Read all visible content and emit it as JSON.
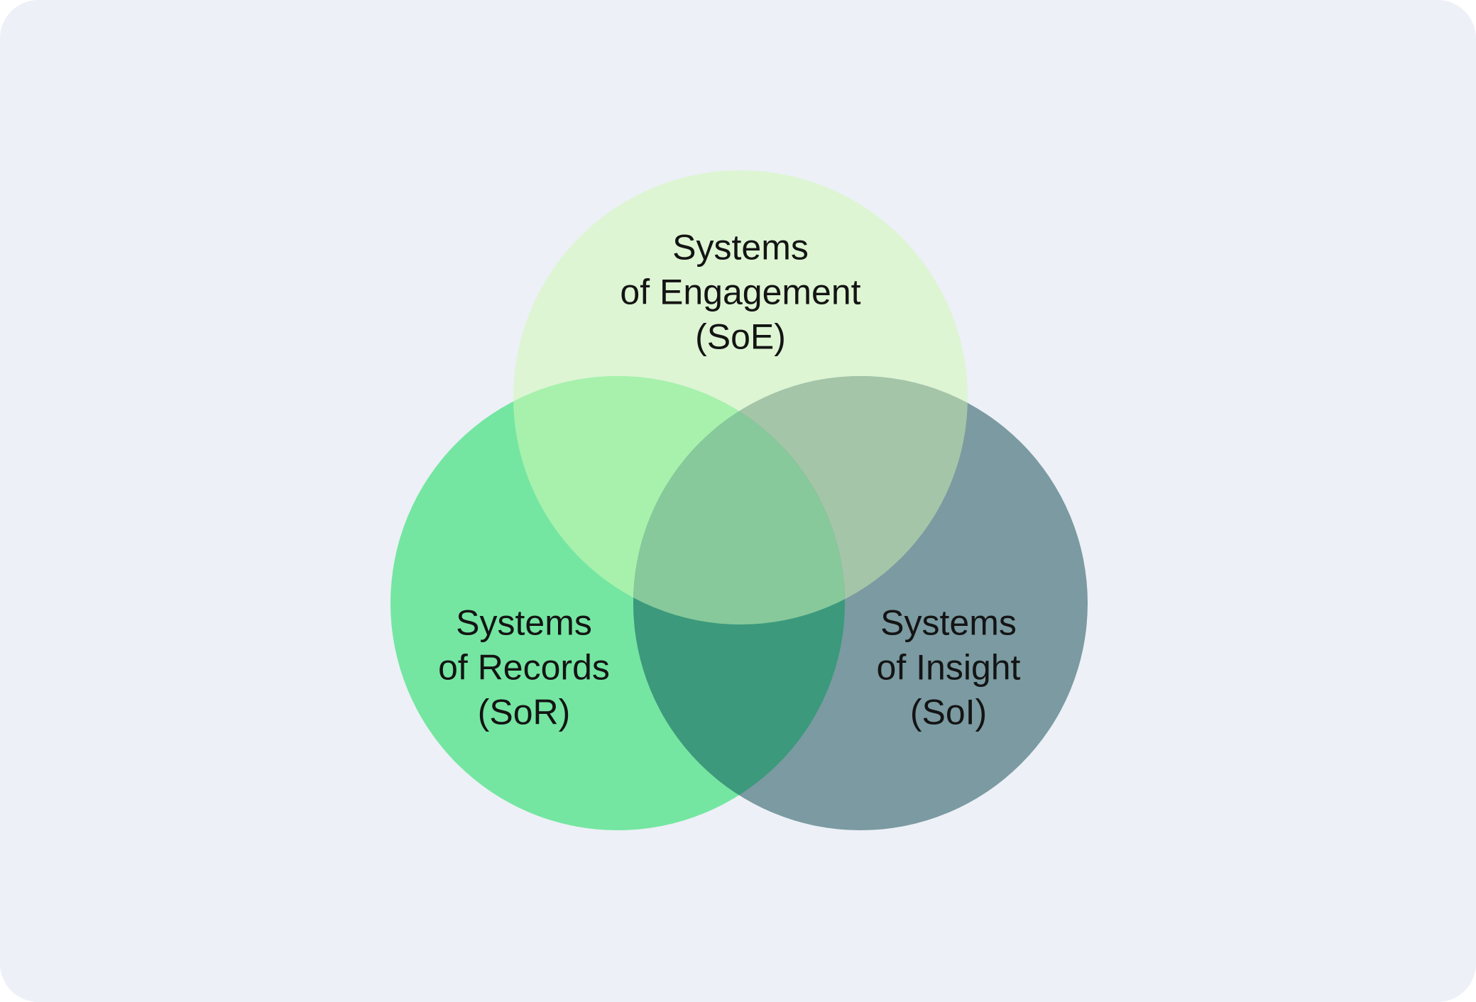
{
  "panel": {
    "background": "#edf0f7",
    "page_background": "#ffffff"
  },
  "venn": {
    "type": "venn",
    "text_color": "#141414",
    "sets": [
      {
        "id": "soe",
        "name": "Systems of Engagement",
        "abbr": "SoE",
        "label_lines": [
          "Systems",
          "of Engagement",
          "(SoE)"
        ],
        "color": "#ddf5d3"
      },
      {
        "id": "sor",
        "name": "Systems of Records",
        "abbr": "SoR",
        "label_lines": [
          "Systems",
          "of Records",
          "(SoR)"
        ],
        "color": "#74e6a1"
      },
      {
        "id": "soi",
        "name": "Systems of Insight",
        "abbr": "SoI",
        "label_lines": [
          "Systems",
          "of Insight",
          "(SoI)"
        ],
        "color": "#7b9aa1"
      }
    ],
    "overlaps": {
      "soe_sor": "#a7f1ac",
      "soe_soi": "#a4c5a8",
      "sor_soi": "#3c997c",
      "soe_sor_soi": "#87c99b"
    }
  }
}
